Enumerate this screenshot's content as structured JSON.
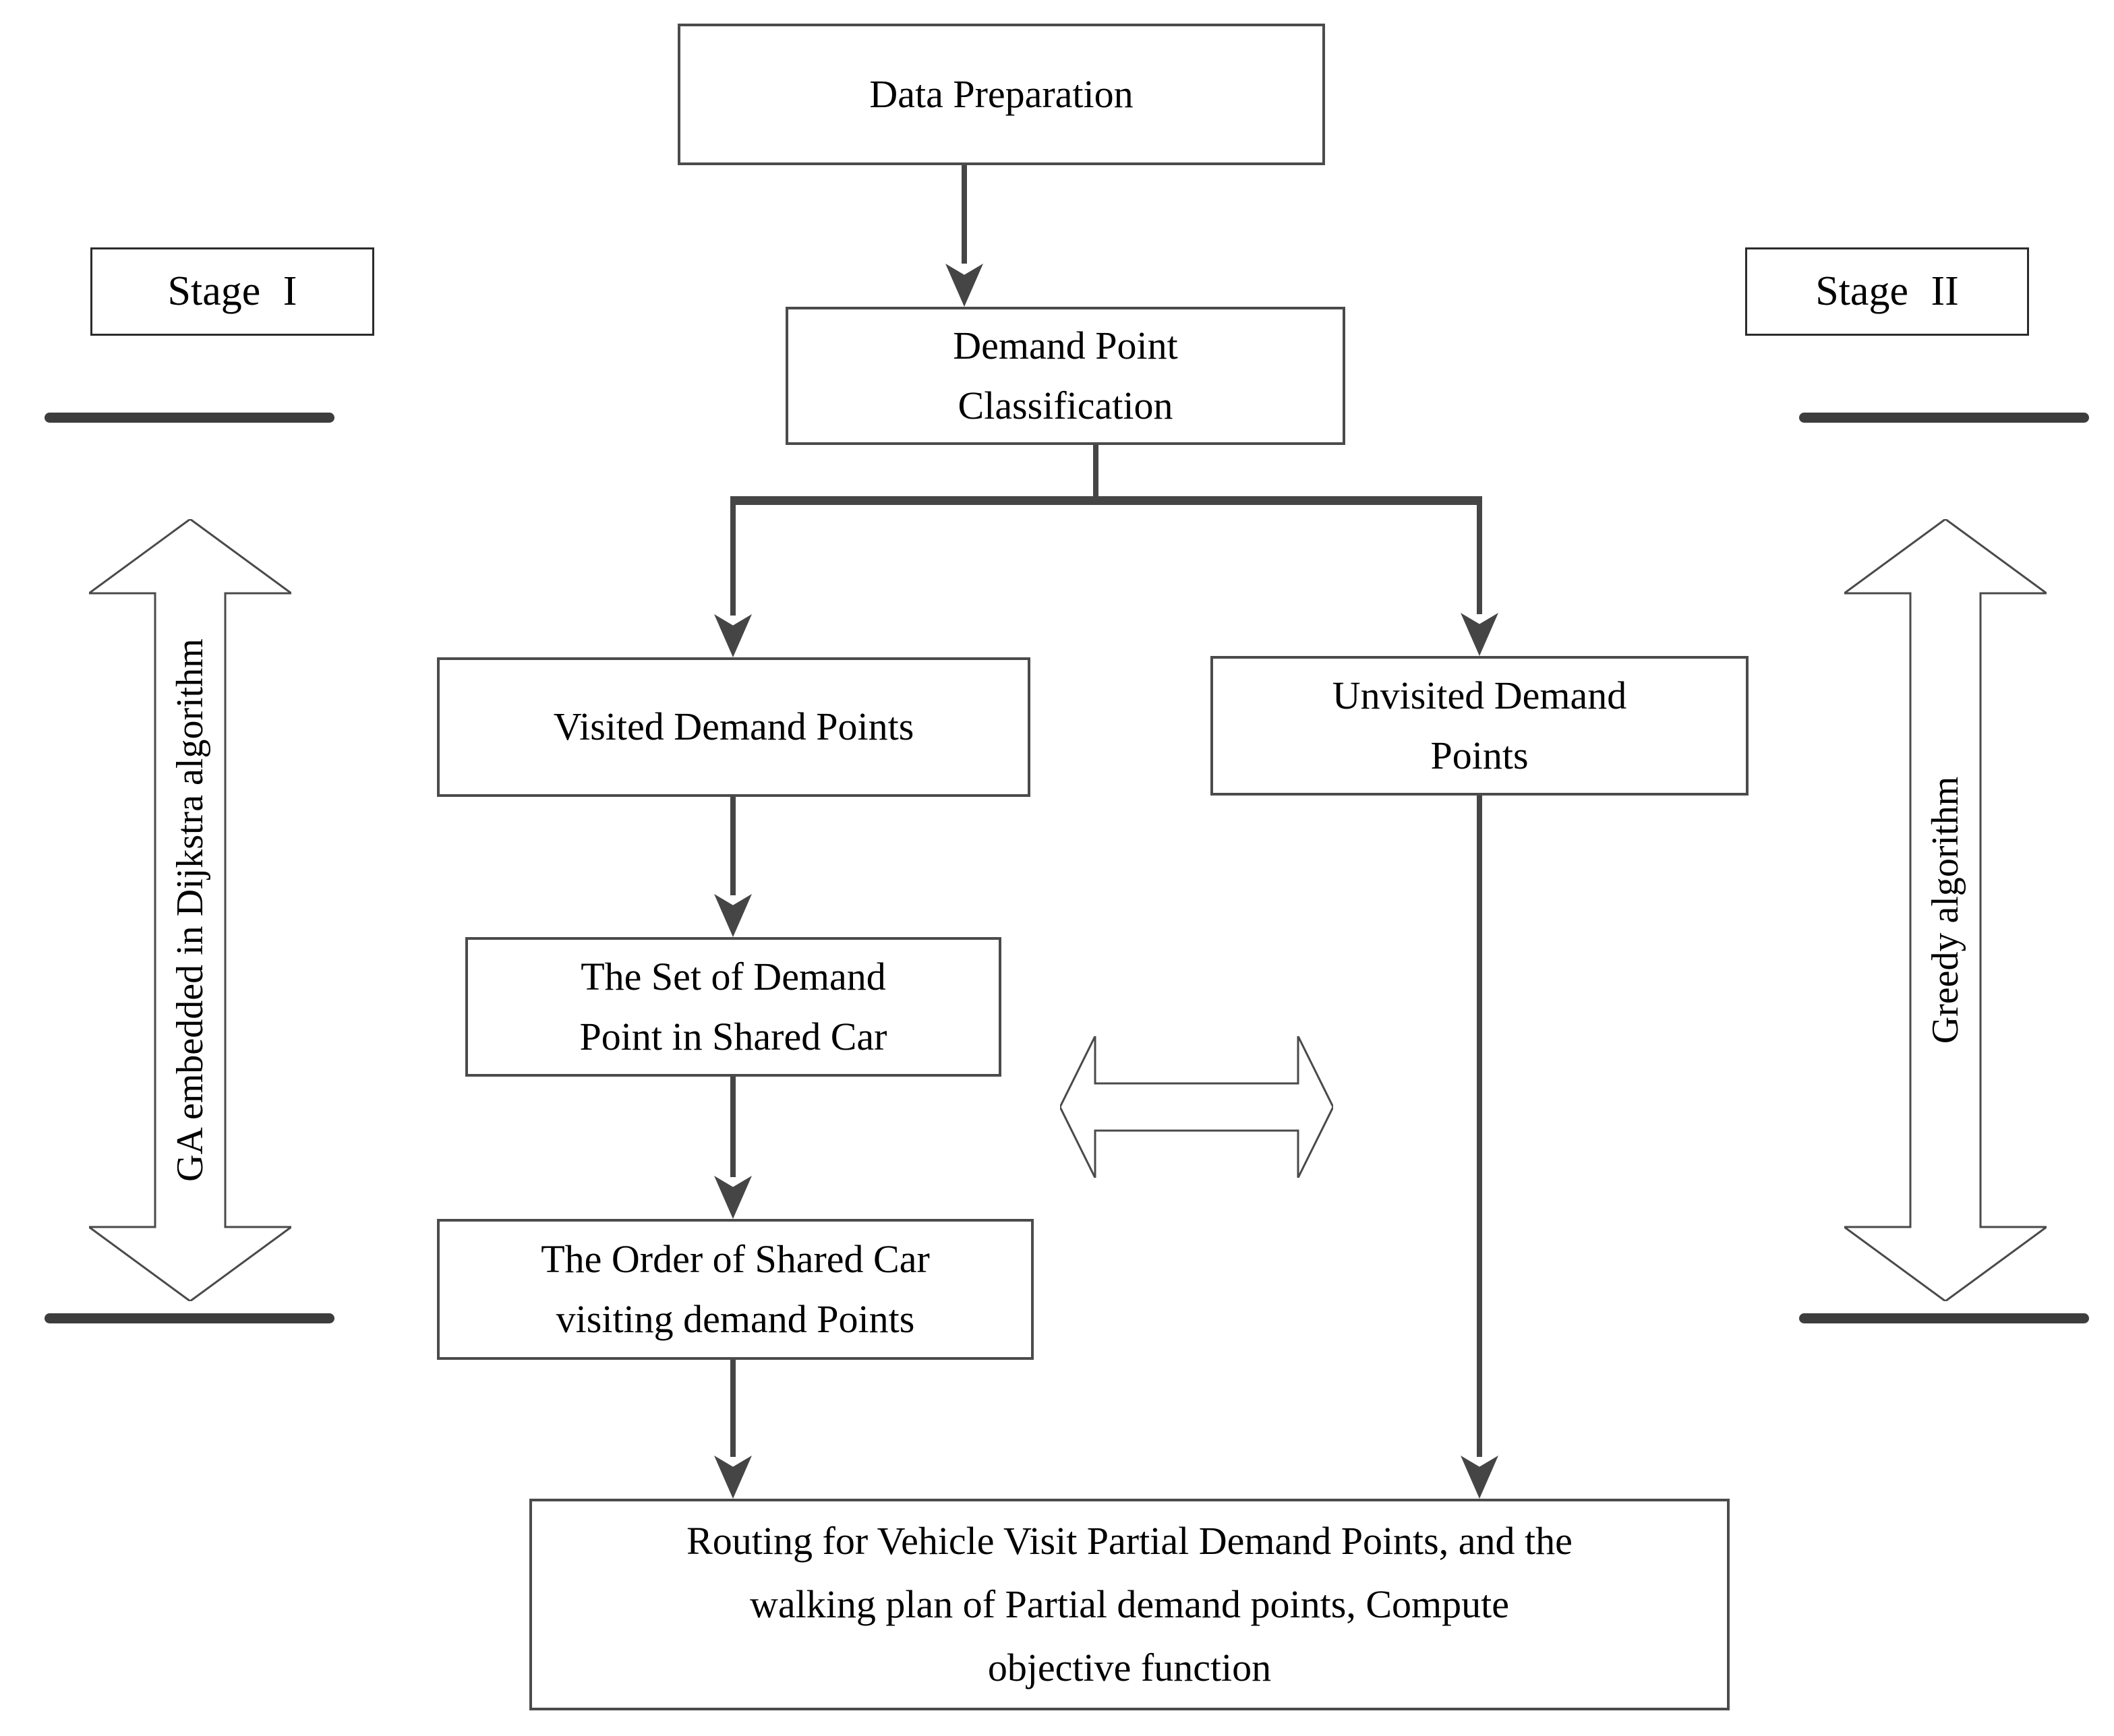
{
  "meta": {
    "background": "#ffffff",
    "connector_color": "#454545",
    "border_color": "#4b4b4b",
    "text_color": "#000000"
  },
  "stages": {
    "stage1_label": "Stage I",
    "stage2_label": "Stage II"
  },
  "side_arrows": {
    "left_label": "GA embedded in Dijkstra algorithm",
    "right_label": "Greedy algorithm"
  },
  "nodes": {
    "data_preparation": {
      "label": "Data Preparation"
    },
    "classification": {
      "lines": [
        "Demand Point",
        "Classification"
      ]
    },
    "visited": {
      "label": "Visited Demand Points"
    },
    "unvisited": {
      "lines": [
        "Unvisited Demand",
        "Points"
      ]
    },
    "shared_car_set": {
      "lines": [
        "The Set of Demand",
        "Point in Shared Car"
      ]
    },
    "visit_order": {
      "lines": [
        "The Order of Shared Car",
        "visiting demand Points"
      ]
    },
    "routing": {
      "lines": [
        "Routing for Vehicle Visit Partial Demand Points, and the",
        "walking plan of Partial demand points, Compute",
        "objective function"
      ]
    }
  }
}
